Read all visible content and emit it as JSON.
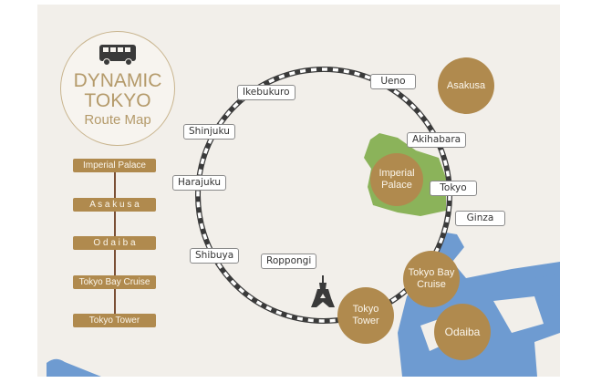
{
  "title": {
    "line1": "DYNAMIC",
    "line2": "TOKYO",
    "line3": "Route Map",
    "icon": "bus-icon"
  },
  "itinerary": [
    {
      "label": "Imperial Palace"
    },
    {
      "label": "A s a k u s a"
    },
    {
      "label": "O d a i b a"
    },
    {
      "label": "Tokyo Bay Cruise"
    },
    {
      "label": "Tokyo Tower"
    }
  ],
  "stations": {
    "ikebukuro": "Ikebukuro",
    "ueno": "Ueno",
    "shinjuku": "Shinjuku",
    "akihabara": "Akihabara",
    "harajuku": "Harajuku",
    "tokyo": "Tokyo",
    "ginza": "Ginza",
    "shibuya": "Shibuya",
    "roppongi": "Roppongi"
  },
  "spots": {
    "asakusa": "Asakusa",
    "imperial_palace_1": "Imperial",
    "imperial_palace_2": "Palace",
    "tokyo_bay_1": "Tokyo Bay",
    "tokyo_bay_2": "Cruise",
    "tokyo_tower_1": "Tokyo",
    "tokyo_tower_2": "Tower",
    "odaiba": "Odaiba"
  },
  "colors": {
    "background": "#f2efea",
    "spot": "#b08a4e",
    "water": "#6e9bd1",
    "park": "#8bb35a",
    "rail": "#3a3a3a",
    "itinerary_line": "#7a4f35"
  }
}
